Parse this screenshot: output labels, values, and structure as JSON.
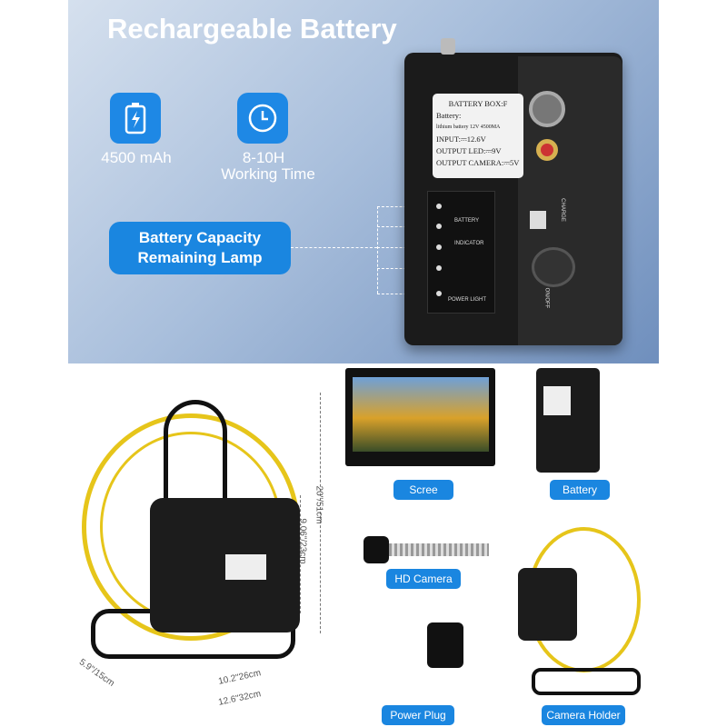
{
  "banner": {
    "title": "Rechargeable Battery",
    "features": [
      {
        "icon": "battery-icon",
        "label": "4500 mAh"
      },
      {
        "icon": "clock-icon",
        "label": "8-10H",
        "sublabel": "Working Time"
      }
    ],
    "callout": {
      "line1": "Battery Capacity",
      "line2": "Remaining Lamp"
    },
    "device": {
      "label_lines": [
        "BATTERY BOX:F",
        "Battery:",
        "lithium battery 12V 4500MA",
        "INPUT:⎓12.6V",
        "OUTPUT LED:⎓9V",
        "OUTPUT CAMERA:⎓5V"
      ],
      "panel_labels": [
        "BATTERY",
        "INDICATOR",
        "POWER LIGHT"
      ],
      "side_labels": [
        "CHARGE",
        "ON/OFF"
      ]
    }
  },
  "dimensions": {
    "height_total": "20\"/51cm",
    "height_case": "9.06\"/23cm",
    "depth": "5.9\"/15cm",
    "width_inner": "10.2\"26cm",
    "width_outer": "12.6\"32cm"
  },
  "components": [
    "Scree",
    "Battery",
    "HD Camera",
    "Power Plug",
    "Camera Holder"
  ],
  "colors": {
    "accent": "#1a86e0",
    "cable": "#e6c51a"
  }
}
